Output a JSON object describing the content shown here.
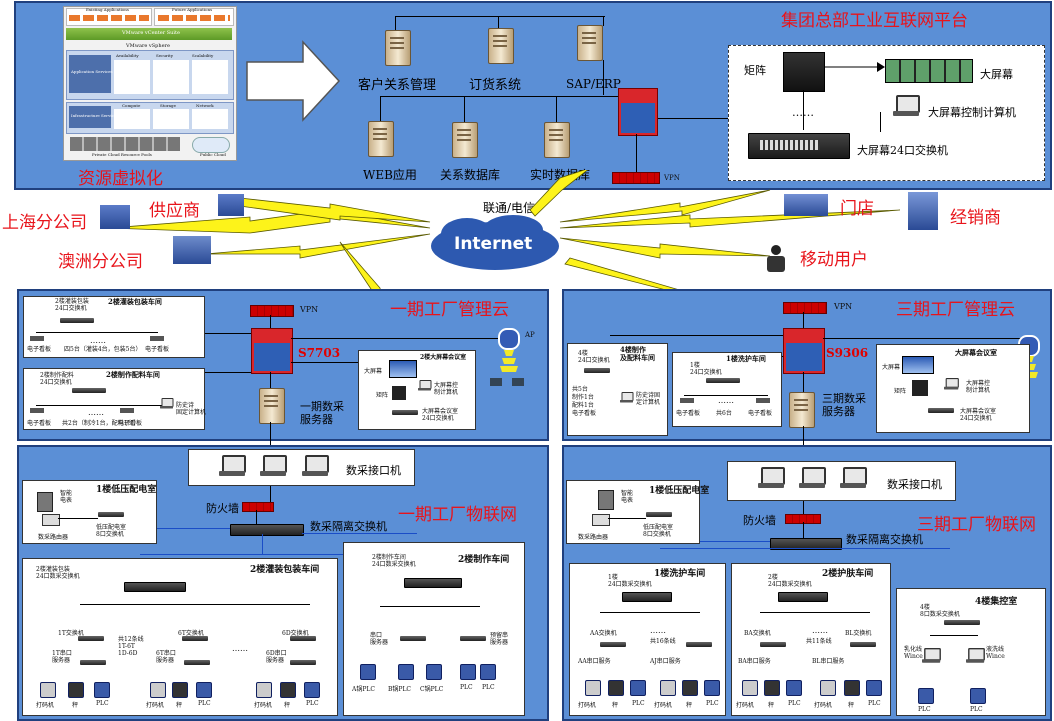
{
  "hq": {
    "title": "集团总部工业互联网平台",
    "virtualization_label": "资源虚拟化",
    "servers": [
      "客户关系管理",
      "订货系统",
      "SAP/ERP",
      "WEB应用",
      "关系数据库",
      "实时数据库"
    ],
    "vpn": "VPN",
    "screen": {
      "matrix": "矩阵",
      "bigscreen": "大屏幕",
      "control": "大屏幕控制计算机",
      "dots": "……",
      "switch": "大屏幕24口交换机"
    }
  },
  "vmware": {
    "existing": "Existing Applications",
    "future": "Future Applications",
    "tag": "App",
    "vcenter": "VMware vCenter Suite",
    "vsphere": "VMware vSphere",
    "app_services": "Application Services",
    "infra_services": "Infrastructure Services",
    "availability": "Availability",
    "security": "Security",
    "scalability": "Scalability",
    "compute": "Compute",
    "storage": "Storage",
    "network": "Network",
    "private_cloud": "Private Cloud Resource Pools",
    "public_cloud": "Public Cloud"
  },
  "internet": {
    "label": "Internet",
    "carrier": "联通/电信",
    "sites": {
      "shanghai": "上海分公司",
      "supplier": "供应商",
      "australia": "澳洲分公司",
      "store": "门店",
      "dealer": "经销商",
      "mobile": "移动用户"
    }
  },
  "cloud1": {
    "title": "一期工厂管理云",
    "switch": "S7703",
    "server": "一期数采\n服务器",
    "vpn": "VPN",
    "ap": "AP",
    "w2": {
      "title": "2楼灌装包装车间",
      "sw": "2楼灌装包装\n24口交换机",
      "l": "电子看板",
      "m": "四5台（灌装4台，包装5台）",
      "r": "电子看板",
      "dots": "……"
    },
    "w3": {
      "title": "2楼制作配料车间",
      "sw": "2楼制作配料\n24口交换机",
      "l": "电子看板",
      "m": "共2台（制冷1台，配料1台）",
      "r": "电子看板",
      "n": "防史诗\n固定计算机",
      "dots": "……"
    },
    "meet": {
      "title": "2楼大屏幕会议室",
      "screen": "大屏幕",
      "matrix": "矩阵",
      "ctl": "大屏幕控\n制计算机",
      "sw": "大屏幕会议室\n24口交换机"
    }
  },
  "cloud3": {
    "title": "三期工厂管理云",
    "switch": "S9306",
    "server": "三期数采\n服务器",
    "vpn": "VPN",
    "w4": {
      "title": "4楼制作\n及配料车间",
      "sw": "4楼\n24口交换机",
      "items": "共5台\n制作1台\n配料1台\n电子看板",
      "n": "防史诗固\n定计算机"
    },
    "w1": {
      "title": "1楼洗护车间",
      "sw": "1楼\n24口交换机",
      "l": "电子看板",
      "m": "共6台",
      "r": "电子看板",
      "dots": "……"
    },
    "meet": {
      "title": "大屏幕会议室",
      "screen": "大屏幕",
      "matrix": "矩阵",
      "ctl": "大屏幕控\n制计算机",
      "sw": "大屏幕会议室\n24口交换机"
    }
  },
  "iot1": {
    "title": "一期工厂物联网",
    "acq": "数采接口机",
    "fw": "防火墙",
    "iso": "数采隔离交换机",
    "lv": {
      "title": "1楼低压配电室",
      "meter": "智能\n电表",
      "router": "数采路由器",
      "sw": "低压配电室\n8口交换机"
    },
    "fill": {
      "title": "2楼灌装包装车间",
      "sw": "2楼灌装包装\n24口数采交换机",
      "a": "1T交换机",
      "a2": "1T串口\n服务器",
      "b": "共12条线\n1T-6T\n1D-6D",
      "c": "6T交换机",
      "c2": "6T串口\n服务器",
      "d": "6D交换机",
      "d2": "6D串口\n服务器",
      "dots": "……",
      "dev": [
        "打码机",
        "秤",
        "PLC"
      ]
    },
    "make": {
      "title": "2楼制作车间",
      "sw": "2楼制作车间\n24口数采交换机",
      "a": "串口\n服务器",
      "b": "预留串\n服务器",
      "plc": [
        "A锅PLC",
        "B锅PLC",
        "C锅PLC",
        "PLC",
        "PLC"
      ]
    }
  },
  "iot3": {
    "title": "三期工厂物联网",
    "acq": "数采接口机",
    "fw": "防火墙",
    "iso": "数采隔离交换机",
    "lv": {
      "title": "1楼低压配电室",
      "meter": "智能\n电表",
      "router": "数采路由器",
      "sw": "低压配电室\n8口交换机"
    },
    "wash": {
      "title": "1楼洗护车间",
      "sw": "1楼\n24口数采交换机",
      "a": "AA交换机",
      "a2": "AA串口服务",
      "b": "共16条线",
      "c": "AJ串口服务",
      "dots": "……",
      "dev": [
        "打码机",
        "秤",
        "PLC"
      ]
    },
    "skin": {
      "title": "2楼护肤车间",
      "sw": "2楼\n24口数采交换机",
      "a": "BA交换机",
      "a2": "BA串口服务",
      "b": "共11条线",
      "c": "BL交换机",
      "c2": "BL串口服务",
      "dots": "……",
      "dev": [
        "打码机",
        "秤",
        "PLC"
      ]
    },
    "ctl": {
      "title": "4楼集控室",
      "sw": "4楼\n8口数采交换机",
      "a": "乳化线\nWince",
      "b": "液洗线\nWince",
      "plc": [
        "PLC",
        "PLC"
      ]
    }
  }
}
